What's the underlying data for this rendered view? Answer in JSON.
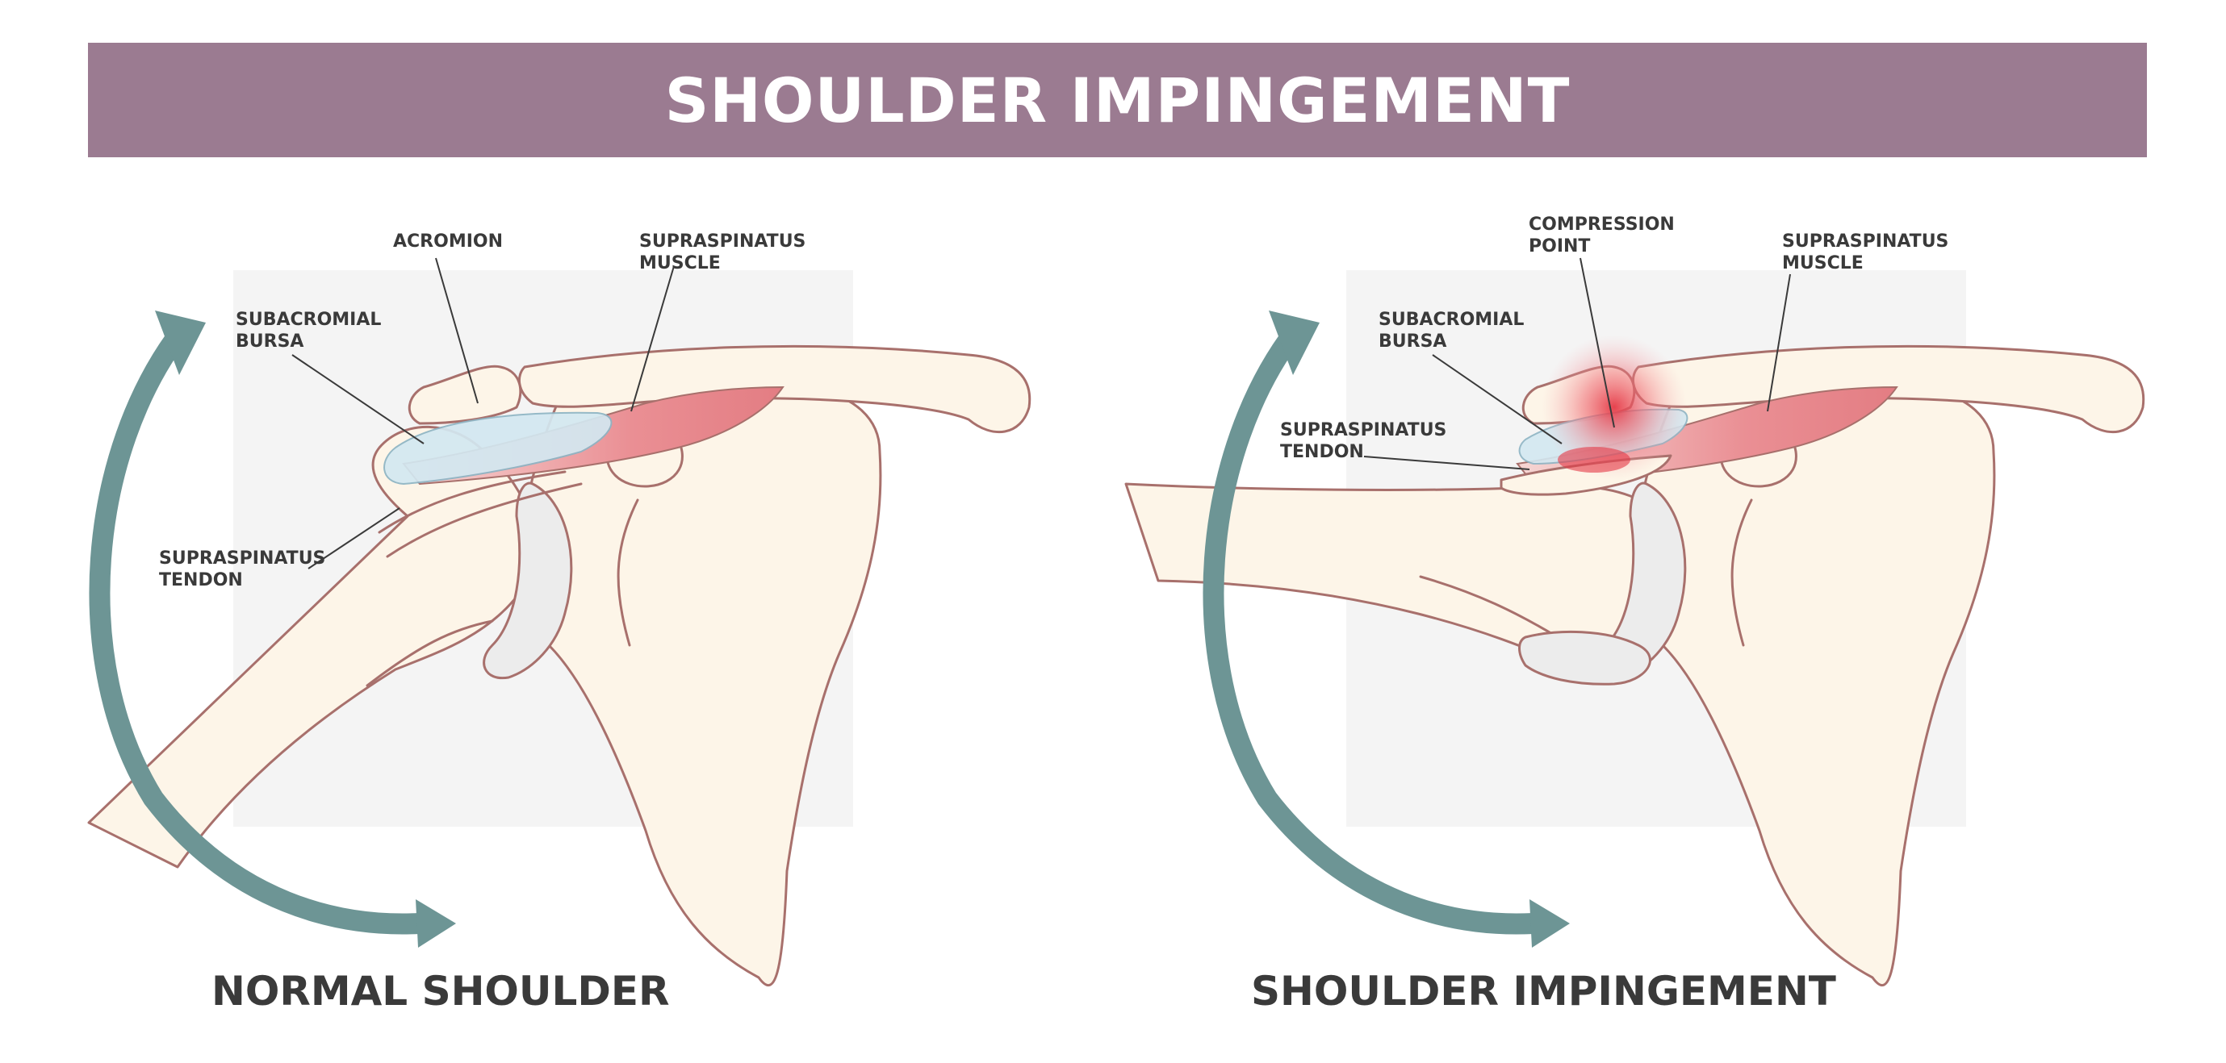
{
  "title": "SHOULDER IMPINGEMENT",
  "colors": {
    "banner": "#9b7b91",
    "arrow": "#6d9595",
    "bone": "#fdf5e8",
    "outline": "#a8706c",
    "bursa": "#d3e8f1",
    "muscle": "#e9898f",
    "inflammation": "#e53946"
  },
  "normal": {
    "caption": "NORMAL SHOULDER",
    "labels": {
      "acromion": "ACROMION",
      "supraspinatus_muscle": "SUPRASPINATUS\nMUSCLE",
      "subacromial_bursa": "SUBACROMIAL\nBURSA",
      "supraspinatus_tendon": "SUPRASPINATUS\nTENDON"
    }
  },
  "impingement": {
    "caption": "SHOULDER IMPINGEMENT",
    "labels": {
      "compression_point": "COMPRESSION\nPOINT",
      "supraspinatus_muscle": "SUPRASPINATUS\nMUSCLE",
      "subacromial_bursa": "SUBACROMIAL\nBURSA",
      "supraspinatus_tendon": "SUPRASPINATUS\nTENDON"
    }
  }
}
